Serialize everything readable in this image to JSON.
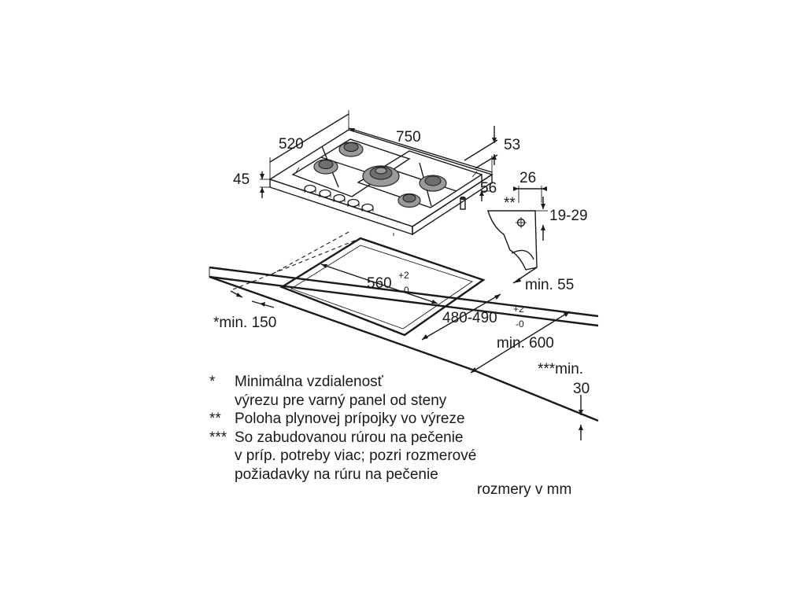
{
  "dimensions": {
    "width_750": "750",
    "depth_520": "520",
    "height_45": "45",
    "offset_53": "53",
    "offset_56": "56",
    "gas_26": "26",
    "gas_marker": "**",
    "gas_19_29": "19-29",
    "min_55": "min. 55",
    "cutout_560": "560",
    "cutout_560_tol_plus": "+2",
    "cutout_560_tol_minus": "-0",
    "cutout_480_490": "480-490",
    "cutout_480_tol_plus": "+2",
    "cutout_480_tol_minus": "-0",
    "min_150": "*min. 150",
    "min_600": "min. 600",
    "min_30_line1": "***min.",
    "min_30_line2": "30"
  },
  "notes": [
    {
      "mark": "*",
      "text": "Minimálna vzdialenosť"
    },
    {
      "mark": "",
      "text": "výrezu pre varný panel od steny"
    },
    {
      "mark": "**",
      "text": "Poloha plynovej prípojky vo výreze"
    },
    {
      "mark": "***",
      "text": "So zabudovanou rúrou na pečenie"
    },
    {
      "mark": "",
      "text": "v príp. potreby viac; pozri rozmerové"
    },
    {
      "mark": "",
      "text": "požiadavky na rúru na pečenie"
    }
  ],
  "units_label": "rozmery v mm"
}
